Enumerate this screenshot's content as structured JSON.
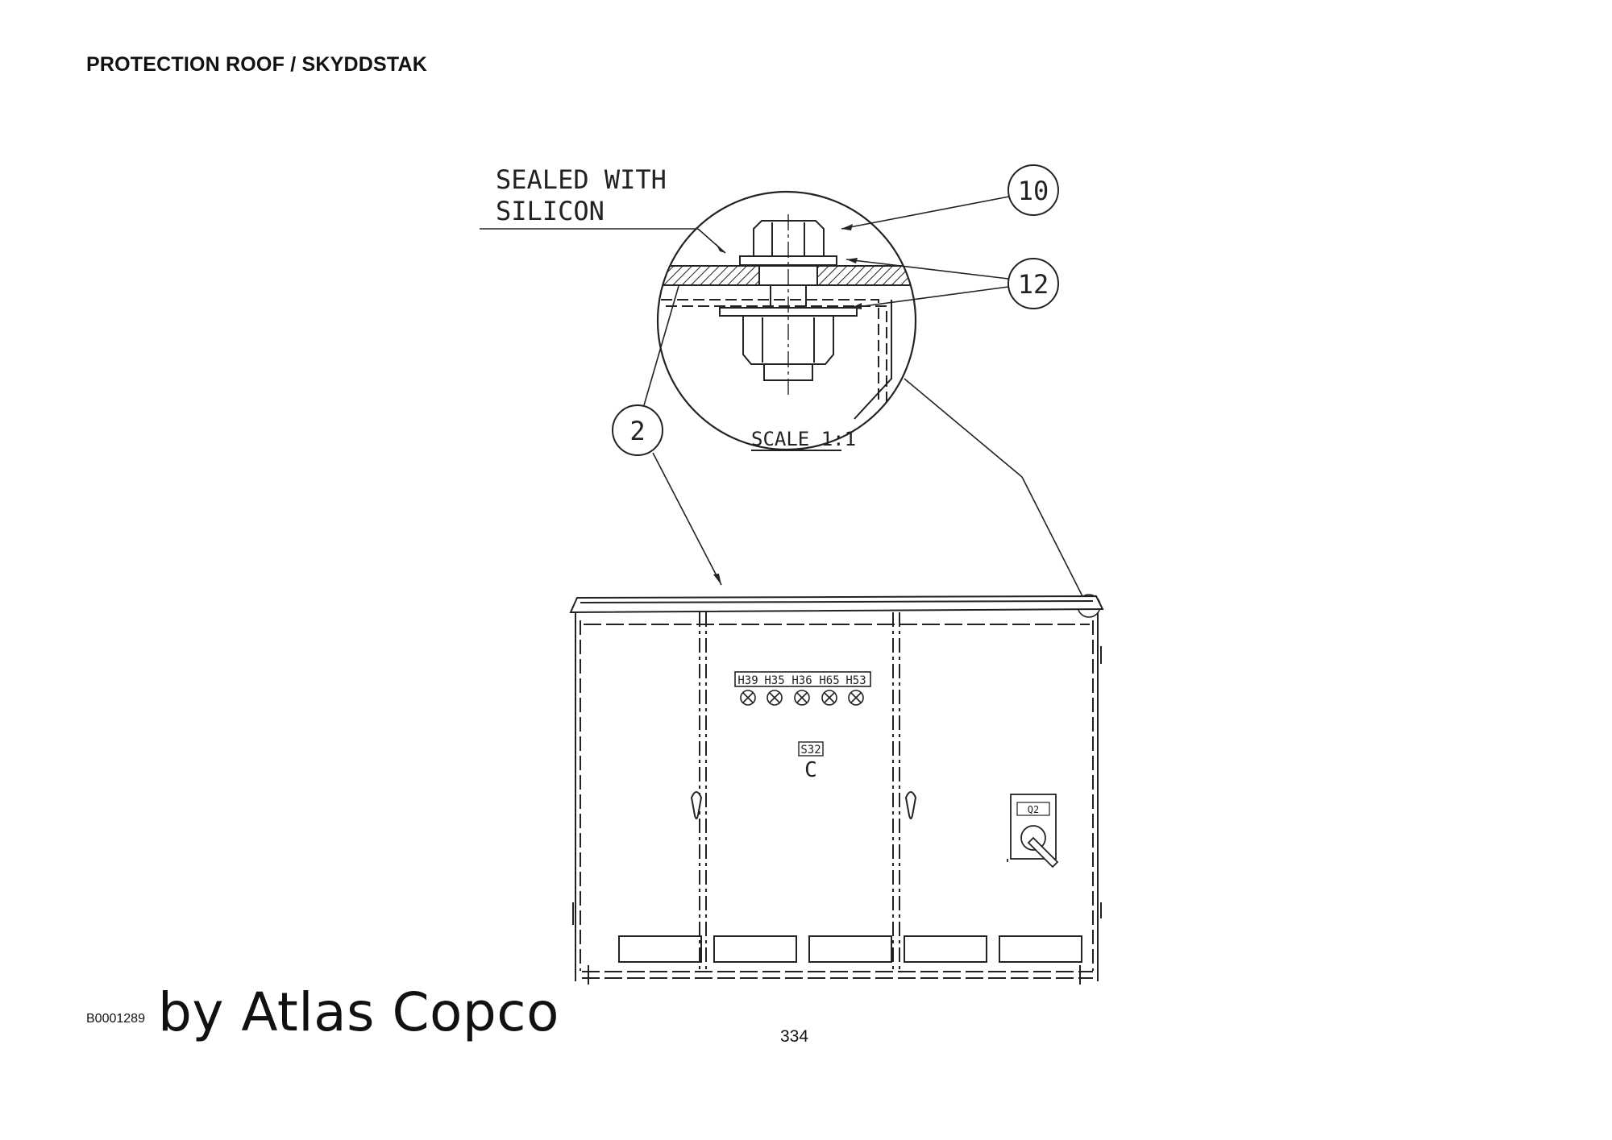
{
  "page": {
    "title": "PROTECTION ROOF / SKYDDSTAK",
    "reference_code": "B0001289",
    "brand_text": "by Atlas Copco",
    "page_number": "334"
  },
  "detail": {
    "note_line1": "SEALED WITH",
    "note_line2": "SILICON",
    "scale_label": "SCALE 1:1",
    "callouts": [
      "10",
      "12",
      "2"
    ]
  },
  "cabinet": {
    "indicator_labels": [
      "H39",
      "H35",
      "H36",
      "H65",
      "H53"
    ],
    "switch_label": "S32",
    "switch_symbol": "C",
    "main_switch_label": "Q2"
  }
}
